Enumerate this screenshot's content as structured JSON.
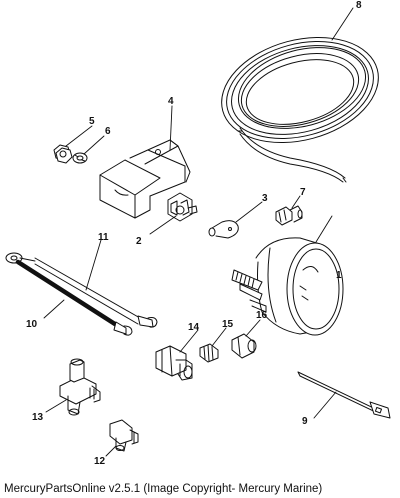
{
  "callouts": [
    "1",
    "2",
    "3",
    "4",
    "5",
    "6",
    "7",
    "8",
    "9",
    "10",
    "11",
    "12",
    "13",
    "14",
    "15",
    "16"
  ],
  "caption": "MercuryPartsOnline v2.5.1 (Image Copyright- Mercury Marine)",
  "colors": {
    "ink": "#111111",
    "background": "#ffffff"
  }
}
